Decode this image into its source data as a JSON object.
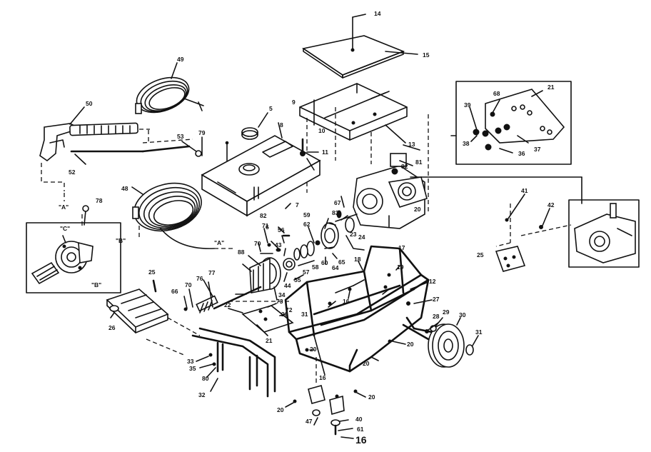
{
  "diagram": {
    "part_labels": {
      "p14": "14",
      "p15": "15",
      "p13": "13",
      "p10": "10",
      "p11": "11",
      "p9": "9",
      "p8": "8",
      "p5": "5",
      "p7": "7",
      "p6": "6",
      "p82a": "82",
      "p81": "81",
      "p82b": "82",
      "p49": "49",
      "p50": "50",
      "p53": "53",
      "p79": "79",
      "p52": "52",
      "p48": "48",
      "p78": "78",
      "p21a": "21",
      "p68": "68",
      "p39": "39",
      "p38": "38",
      "p37": "37",
      "p36": "36",
      "p41": "41",
      "p42": "42",
      "p25a": "25",
      "p67": "67",
      "p83": "83",
      "p59": "59",
      "p62": "62",
      "p60": "60",
      "p64": "64",
      "p65": "65",
      "p20a": "20",
      "p17": "17",
      "p24": "24",
      "p23": "23",
      "p71": "71",
      "p56": "56",
      "p70a": "70",
      "p43": "43",
      "p88": "88",
      "p44": "44",
      "p55": "55",
      "p57": "57",
      "p58": "58",
      "p77": "77",
      "p34": "34",
      "p76": "76",
      "p70b": "70",
      "p66": "66",
      "p73": "73",
      "p72": "72",
      "p22": "22",
      "p21b": "21",
      "p20b": "20",
      "p31a": "31",
      "p18": "18",
      "p19": "19",
      "p16a": "16",
      "p12": "12",
      "p27": "27",
      "p28": "28",
      "p29": "29",
      "p30": "30",
      "p31b": "31",
      "p20c": "20",
      "p20d": "20",
      "p20e": "20",
      "p25b": "25",
      "p26": "26",
      "p33": "33",
      "p35": "35",
      "p80": "80",
      "p32": "32",
      "p16b": "16",
      "p20f": "20",
      "p20g": "20",
      "p47": "47",
      "p40": "40",
      "p61": "61",
      "p16c": "16"
    },
    "callouts": {
      "a1": "\"A\"",
      "a2": "\"A\"",
      "b1": "\"B\"",
      "b2": "\"B\"",
      "c1": "\"C\""
    }
  }
}
